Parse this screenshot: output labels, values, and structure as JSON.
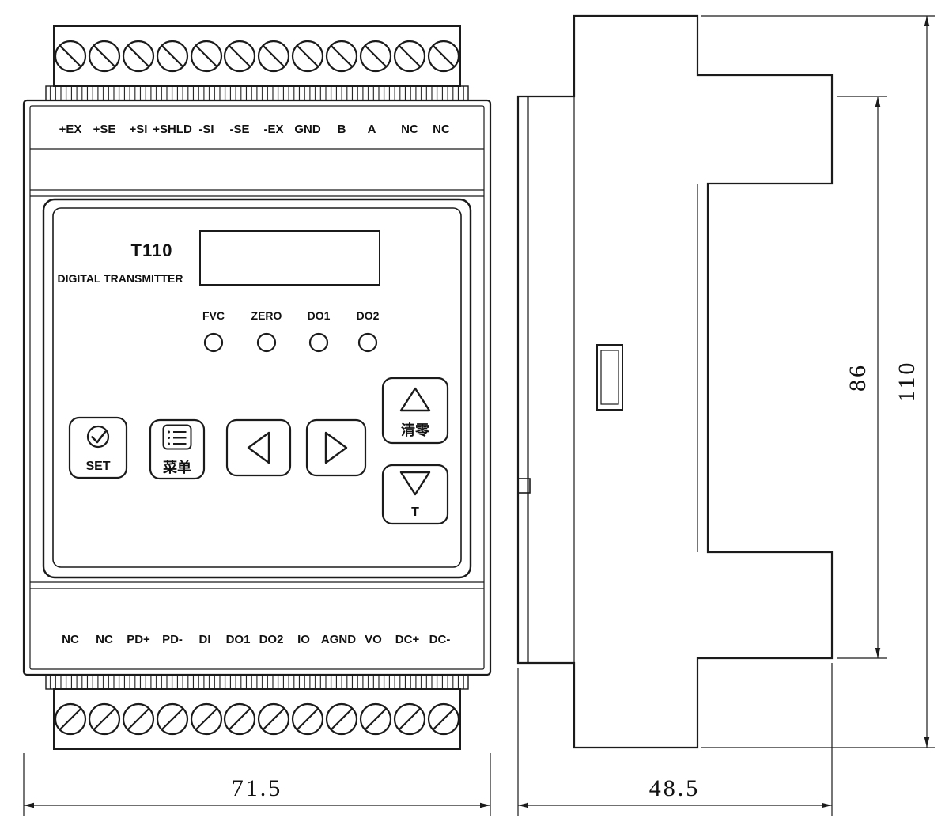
{
  "drawing": {
    "front_view": {
      "model": "T110",
      "subtitle": "DIGITAL TRANSMITTER",
      "top_terminals": [
        "+EX",
        "+SE",
        "+SI",
        "+SHLD",
        "-SI",
        "-SE",
        "-EX",
        "GND",
        "B",
        "A",
        "NC",
        "NC"
      ],
      "bottom_terminals": [
        "NC",
        "NC",
        "PD+",
        "PD-",
        "DI",
        "DO1",
        "DO2",
        "IO",
        "AGND",
        "VO",
        "DC+",
        "DC-"
      ],
      "led_labels": [
        "FVC",
        "ZERO",
        "DO1",
        "DO2"
      ],
      "buttons": {
        "set": "SET",
        "menu": "菜单",
        "clear": "清零",
        "tare": "T"
      }
    },
    "dimensions": {
      "front_width": "71.5",
      "side_depth": "48.5",
      "body_height": "86",
      "total_height": "110"
    }
  }
}
